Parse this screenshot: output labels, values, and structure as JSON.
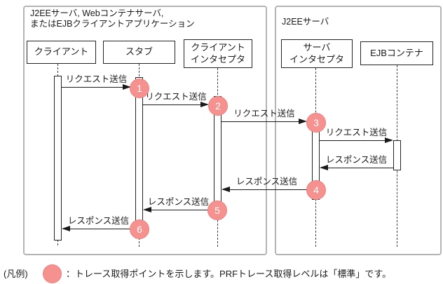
{
  "diagram": {
    "left_container": {
      "label": "J2EEサーバ, Webコンテナサーバ,\nまたはEJBクライアントアプリケーション"
    },
    "right_container": {
      "label": "J2EEサーバ"
    },
    "participants": [
      {
        "id": "client",
        "label": "クライアント"
      },
      {
        "id": "stub",
        "label": "スタブ"
      },
      {
        "id": "client-interceptor",
        "label": "クライアント\nインタセプタ"
      },
      {
        "id": "server-interceptor",
        "label": "サーバ\nインタセプタ"
      },
      {
        "id": "ejb-container",
        "label": "EJBコンテナ"
      }
    ],
    "messages": [
      {
        "label": "リクエスト送信",
        "from": "クライアント",
        "to": "スタブ",
        "trace_point": "1"
      },
      {
        "label": "リクエスト送信",
        "from": "スタブ",
        "to": "クライアントインタセプタ",
        "trace_point": "2"
      },
      {
        "label": "リクエスト送信",
        "from": "クライアントインタセプタ",
        "to": "サーバインタセプタ",
        "trace_point": "3"
      },
      {
        "label": "リクエスト送信",
        "from": "サーバインタセプタ",
        "to": "EJBコンテナ",
        "trace_point": ""
      },
      {
        "label": "レスポンス送信",
        "from": "EJBコンテナ",
        "to": "サーバインタセプタ",
        "trace_point": ""
      },
      {
        "label": "レスポンス送信",
        "from": "サーバインタセプタ",
        "to": "クライアントインタセプタ",
        "trace_point": "4"
      },
      {
        "label": "レスポンス送信",
        "from": "クライアントインタセプタ",
        "to": "スタブ",
        "trace_point": "5"
      },
      {
        "label": "レスポンス送信",
        "from": "スタブ",
        "to": "クライアント",
        "trace_point": "6"
      }
    ],
    "trace_points": [
      {
        "n": "1"
      },
      {
        "n": "2"
      },
      {
        "n": "3"
      },
      {
        "n": "4"
      },
      {
        "n": "5"
      },
      {
        "n": "6"
      }
    ]
  },
  "legend": {
    "prefix": "(凡例)",
    "text": "：トレース取得ポイントを示します。PRFトレース取得レベルは「標準」です。"
  },
  "colors": {
    "trace_point_fill": "#f5918e",
    "trace_point_border": "#ee817e",
    "container_border": "#b4b4b4",
    "line": "#1a1a1a"
  }
}
